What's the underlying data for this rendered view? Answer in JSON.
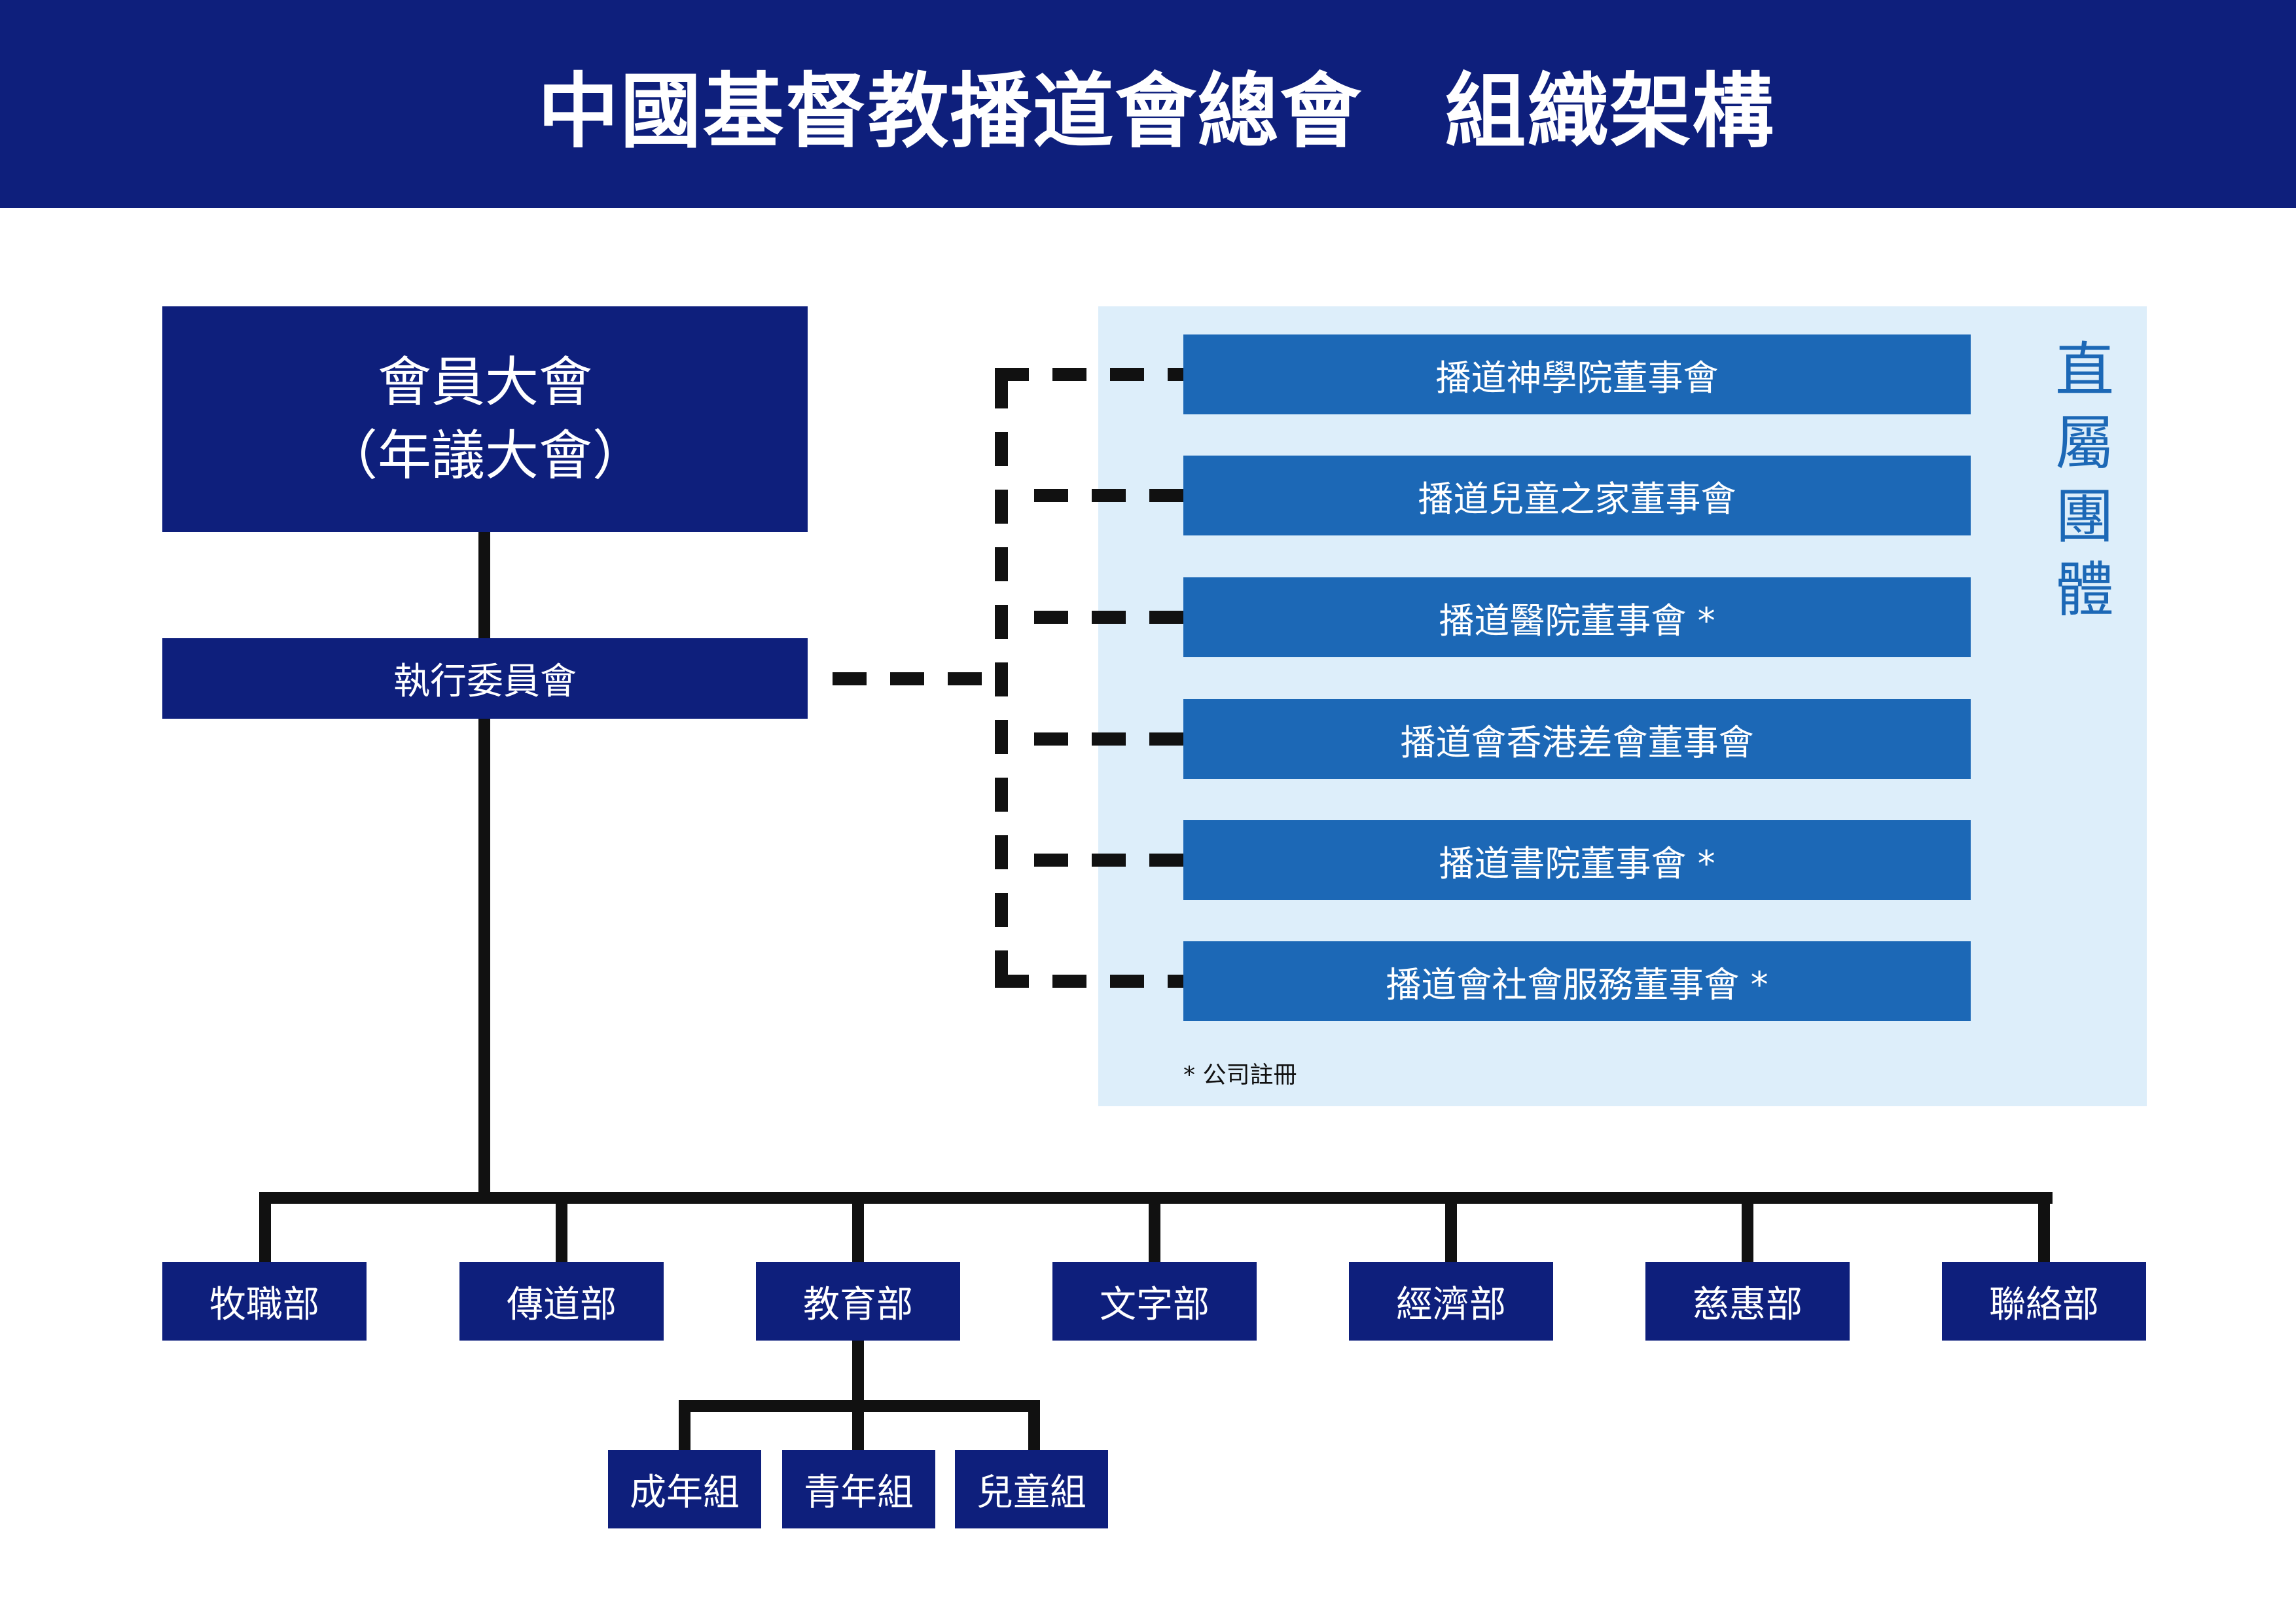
{
  "header": {
    "title": "中國基督教播道會總會　組織架構"
  },
  "top": {
    "assembly_line1": "會員大會",
    "assembly_line2": "（年議大會）",
    "executive": "執行委員會"
  },
  "affiliates": {
    "label_chars": [
      "直",
      "屬",
      "團",
      "體"
    ],
    "items": [
      "播道神學院董事會",
      "播道兒童之家董事會",
      "播道醫院董事會 *",
      "播道會香港差會董事會",
      "播道書院董事會 *",
      "播道會社會服務董事會 *"
    ],
    "note": "* 公司註冊"
  },
  "departments": [
    "牧職部",
    "傳道部",
    "教育部",
    "文字部",
    "經濟部",
    "慈惠部",
    "聯絡部"
  ],
  "education_groups": [
    "成年組",
    "青年組",
    "兒童組"
  ],
  "colors": {
    "navy": "#0e1f7c",
    "blue": "#1c68b6",
    "panel": "#ddeefa",
    "line": "#111111"
  }
}
